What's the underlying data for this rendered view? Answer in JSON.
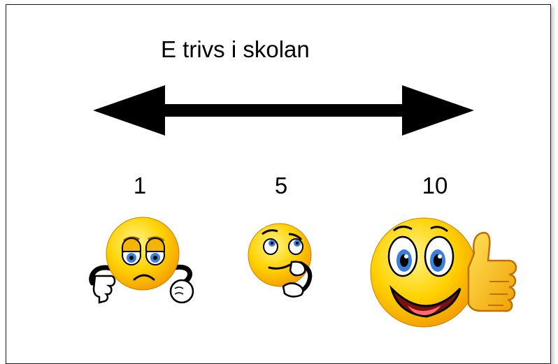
{
  "title": "E trivs i skolan",
  "scale": {
    "labels": [
      "1",
      "5",
      "10"
    ]
  },
  "icons": {
    "arrow": "double-headed-arrow-icon",
    "sad": "sad-thumbs-down-emoji-icon",
    "thinking": "thinking-emoji-icon",
    "happy": "happy-thumbs-up-emoji-icon"
  },
  "colors": {
    "face_yellow": "#ffd200",
    "face_orange": "#f29a00",
    "eye_blue": "#3a7fd9",
    "outline": "#000000"
  }
}
